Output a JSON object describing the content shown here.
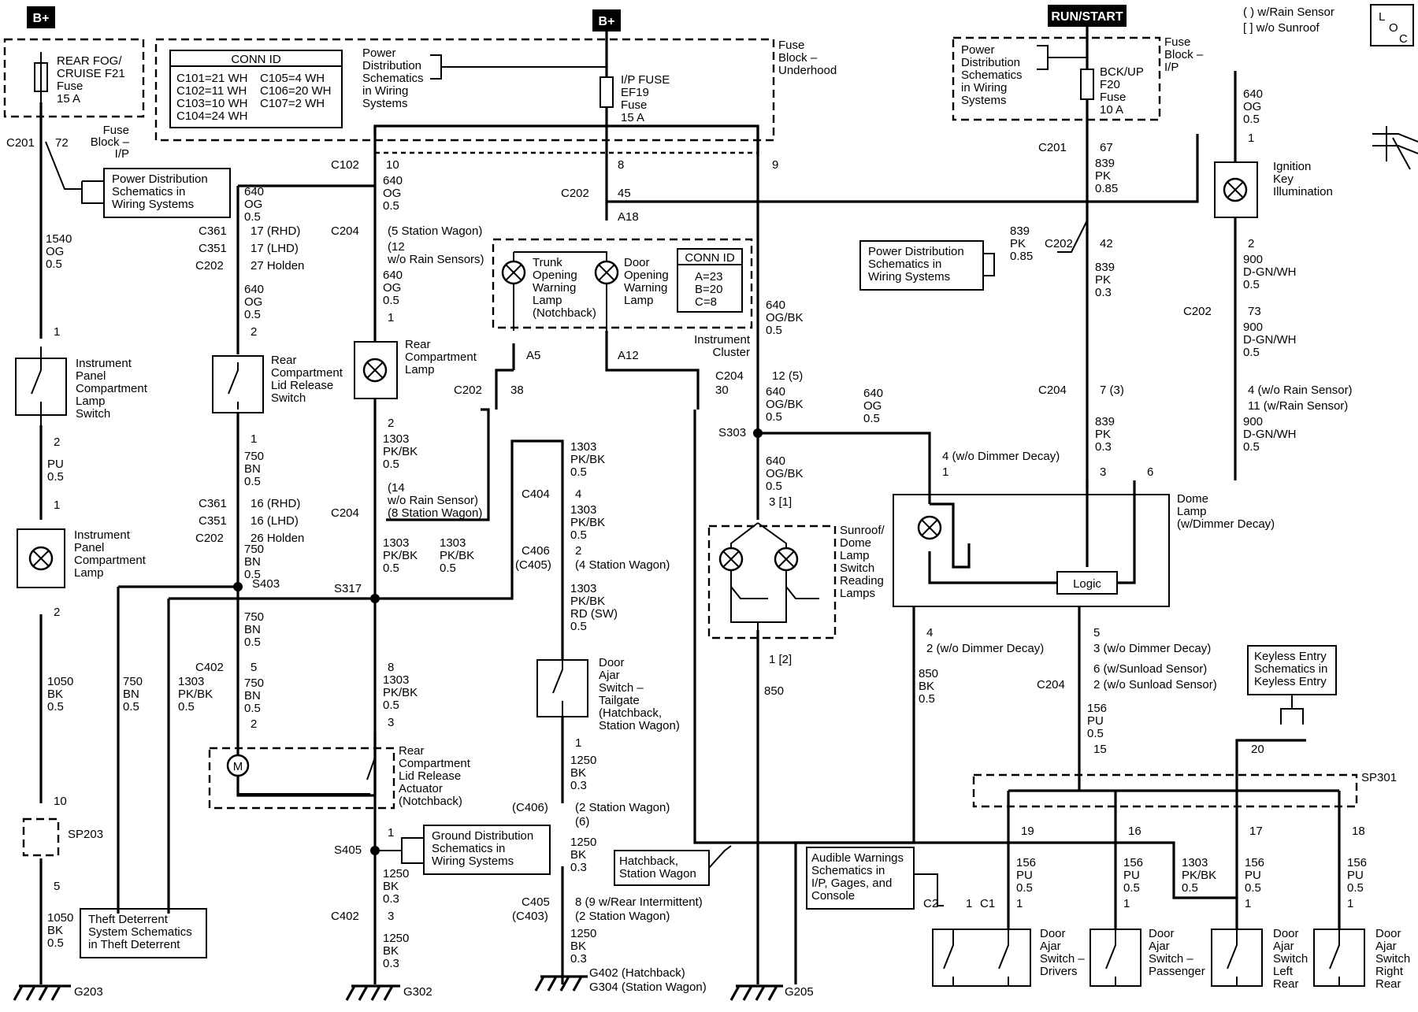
{
  "header": {
    "b_plus": "B+",
    "run_start": "RUN/START",
    "legend_rain": "( ) w/Rain Sensor",
    "legend_sunroof": "[ ] w/o Sunroof",
    "loc_l": "L",
    "loc_o": "O",
    "loc_c": "C"
  },
  "fuses": {
    "rear_fog": [
      "REAR FOG/",
      "CRUISE F21",
      "Fuse",
      "15 A"
    ],
    "ip_fuse": [
      "I/P FUSE",
      "EF19",
      "Fuse",
      "15 A"
    ],
    "bck_up": [
      "BCK/UP",
      "F20",
      "Fuse",
      "10 A"
    ],
    "fuse_block_ip": [
      "Fuse",
      "Block –",
      "I/P"
    ],
    "fuse_block_underhood": [
      "Fuse",
      "Block –",
      "Underhood"
    ],
    "fuse_block_ip_right": [
      "Fuse",
      "Block –",
      "I/P"
    ]
  },
  "conn_id": {
    "title": "CONN ID",
    "col1": [
      "C101=21 WH",
      "C102=11 WH",
      "C103=10 WH",
      "C104=24 WH"
    ],
    "col2": [
      "C105=4 WH",
      "C106=20 WH",
      "C107=2 WH"
    ]
  },
  "conn_id2": {
    "title": "CONN ID",
    "rows": [
      "A=23",
      "B=20",
      "C=8"
    ]
  },
  "refs": {
    "pds_top": [
      "Power",
      "Distribution",
      "Schematics",
      "in Wiring",
      "Systems"
    ],
    "pds_left": [
      "Power Distribution",
      "Schematics in",
      "Wiring Systems"
    ],
    "pds_right_top": [
      "Power",
      "Distribution",
      "Schematics",
      "in Wiring",
      "Systems"
    ],
    "pds_mid_right": [
      "Power Distribution",
      "Schematics in",
      "Wiring Systems"
    ],
    "ground_dist": [
      "Ground Distribution",
      "Schematics in",
      "Wiring Systems"
    ],
    "theft": [
      "Theft Deterrent",
      "System Schematics",
      "in Theft Deterrent"
    ],
    "hatchback": [
      "Hatchback,",
      "Station Wagon"
    ],
    "audible": [
      "Audible Warnings",
      "Schematics in",
      "I/P, Gages, and",
      "Console"
    ],
    "keyless": [
      "Keyless Entry",
      "Schematics in",
      "Keyless Entry"
    ]
  },
  "components": {
    "ip_switch": [
      "Instrument",
      "Panel",
      "Compartment",
      "Lamp",
      "Switch"
    ],
    "ip_lamp": [
      "Instrument",
      "Panel",
      "Compartment",
      "Lamp"
    ],
    "rear_lid_switch": [
      "Rear",
      "Compartment",
      "Lid Release",
      "Switch"
    ],
    "rear_lamp": [
      "Rear",
      "Compartment",
      "Lamp"
    ],
    "trunk_lamp": [
      "Trunk",
      "Opening",
      "Warning",
      "Lamp",
      "(Notchback)"
    ],
    "door_lamp": [
      "Door",
      "Opening",
      "Warning",
      "Lamp"
    ],
    "instrument_cluster": [
      "Instrument",
      "Cluster"
    ],
    "ignition_lamp": [
      "Ignition",
      "Key",
      "Illumination"
    ],
    "sunroof": [
      "Sunroof/",
      "Dome",
      "Lamp",
      "Switch",
      "Reading",
      "Lamps"
    ],
    "dome_lamp": [
      "Dome",
      "Lamp",
      "(w/Dimmer Decay)"
    ],
    "logic": "Logic",
    "door_ajar_tailgate": [
      "Door",
      "Ajar",
      "Switch –",
      "Tailgate",
      "(Hatchback,",
      "Station Wagon)"
    ],
    "actuator": [
      "Rear",
      "Compartment",
      "Lid Release",
      "Actuator",
      "(Notchback)"
    ],
    "motor": "M",
    "sp203": "SP203",
    "sp301": "SP301",
    "dajar_driver": [
      "Door",
      "Ajar",
      "Switch –",
      "Drivers"
    ],
    "dajar_pass": [
      "Door",
      "Ajar",
      "Switch –",
      "Passenger"
    ],
    "dajar_lr": [
      "Door",
      "Ajar",
      "Switch",
      "Left",
      "Rear"
    ],
    "dajar_rr": [
      "Door",
      "Ajar",
      "Switch",
      "Right",
      "Rear"
    ]
  },
  "wires": {
    "w1540": [
      "1540",
      "OG",
      "0.5"
    ],
    "pu05": [
      "PU",
      "0.5"
    ],
    "w1050a": [
      "1050",
      "BK",
      "0.5"
    ],
    "w1050b": [
      "1050",
      "BK",
      "0.5"
    ],
    "w750n": [
      "750",
      "BN",
      "0.5"
    ],
    "w1303n": [
      "1303",
      "PK/BK",
      "0.5"
    ],
    "w640a": [
      "640",
      "OG",
      "0.5"
    ],
    "w640b": [
      "640",
      "OG",
      "0.5"
    ],
    "w750a": [
      "750",
      "BN",
      "0.5"
    ],
    "w750b": [
      "750",
      "BN",
      "0.5"
    ],
    "w750c": [
      "750",
      "BN",
      "0.5"
    ],
    "w750d": [
      "750",
      "BN",
      "0.5"
    ],
    "w640c": [
      "640",
      "OG",
      "0.5"
    ],
    "w640d": [
      "640",
      "OG",
      "0.5"
    ],
    "w1303a": [
      "1303",
      "PK/BK",
      "0.5"
    ],
    "w1303b": [
      "1303",
      "PK/BK",
      "0.5"
    ],
    "w1303c": [
      "1303",
      "PK/BK",
      "0.5"
    ],
    "w1303d": [
      "1303",
      "PK/BK",
      "0.5"
    ],
    "w1250a": [
      "1250",
      "BK",
      "0.3"
    ],
    "w1250b": [
      "1250",
      "BK",
      "0.3"
    ],
    "w1303e": [
      "1303",
      "PK/BK",
      "0.5"
    ],
    "w1303f": [
      "1303",
      "PK/BK",
      "0.5"
    ],
    "w1303g": [
      "1303",
      "PK/BK",
      "RD (SW)",
      "0.5"
    ],
    "w1250c": [
      "1250",
      "BK",
      "0.3"
    ],
    "w1250d": [
      "1250",
      "BK",
      "0.3"
    ],
    "w1250e": [
      "1250",
      "BK",
      "0.3"
    ],
    "w640ogbk1": [
      "640",
      "OG/BK",
      "0.5"
    ],
    "w640ogbk2": [
      "640",
      "OG/BK",
      "0.5"
    ],
    "w640ogbk3": [
      "640",
      "OG/BK",
      "0.5"
    ],
    "w850": "850",
    "w640e": [
      "640",
      "OG",
      "0.5"
    ],
    "w839a": [
      "839",
      "PK",
      "0.85"
    ],
    "w839b": [
      "839",
      "PK",
      "0.85"
    ],
    "w839c": [
      "839",
      "PK",
      "0.3"
    ],
    "w839d": [
      "839",
      "PK",
      "0.3"
    ],
    "w640f": [
      "640",
      "OG",
      "0.5"
    ],
    "w900a": [
      "900",
      "D-GN/WH",
      "0.5"
    ],
    "w900b": [
      "900",
      "D-GN/WH",
      "0.5"
    ],
    "w900c": [
      "900",
      "D-GN/WH",
      "0.5"
    ],
    "w850bk": [
      "850",
      "BK",
      "0.5"
    ],
    "w156": [
      "156",
      "PU",
      "0.5"
    ],
    "w156a": [
      "156",
      "PU",
      "0.5"
    ],
    "w156b": [
      "156",
      "PU",
      "0.5"
    ],
    "w1303h": [
      "1303",
      "PK/BK",
      "0.5"
    ],
    "w156c": [
      "156",
      "PU",
      "0.5"
    ],
    "w156d": [
      "156",
      "PU",
      "0.5"
    ]
  },
  "connectors": {
    "c201": "C201",
    "c201_pin": "72",
    "c102": "C102",
    "c102_pin": "10",
    "c204a": "C204",
    "c204a_note": [
      "(5 Station Wagon)",
      "(12",
      "w/o Rain Sensors)"
    ],
    "c361": "C361",
    "c351": "C351",
    "c202a": "C202",
    "c361_t": "17 (RHD)",
    "c351_t": "17 (LHD)",
    "c202a_t": "27 Holden",
    "pin8": "8",
    "c202b": "C202",
    "pin45": "45",
    "a18": "A18",
    "pin9": "9",
    "a5": "A5",
    "a12": "A12",
    "c202c": "C202",
    "pin38": "38",
    "pin30": "30",
    "c204b": "C204",
    "c204b_t": "12 (5)",
    "s303": "S303",
    "c361b": "C361",
    "c351b": "C351",
    "c202d": "C202",
    "c361b_t": "16 (RHD)",
    "c351b_t": "16 (LHD)",
    "c202d_t": "26 Holden",
    "s403": "S403",
    "s317": "S317",
    "c204c": "C204",
    "c204c_t": [
      "(14",
      "w/o Rain Sensor)",
      "(8 Station Wagon)"
    ],
    "c404": "C404",
    "c404_t": "4",
    "c406": "C406",
    "c405p": "(C405)",
    "c406_t": [
      "2",
      "(4 Station Wagon)"
    ],
    "c402a": "C402",
    "pin5": "5",
    "pin8b": "8",
    "pin3": "3",
    "pin2a": "2",
    "s405": "S405",
    "pin1": "1",
    "c402b": "C402",
    "pin3b": "3",
    "c406b": "(C406)",
    "c406b_t": [
      "(2 Station Wagon)",
      "(6)"
    ],
    "c405": "C405",
    "c403": "(C403)",
    "c405_t": [
      "8 (9 w/Rear Intermittent)",
      "(2 Station Wagon)"
    ],
    "g203": "G203",
    "g302": "G302",
    "g402": "G402 (Hatchback)",
    "g304": "G304 (Station Wagon)",
    "g205": "G205",
    "sun_pin3": "3 [1]",
    "sun_pin1": "1 [2]",
    "c201b": "C201",
    "c201b_pin": "67",
    "c202e": "C202",
    "c202e_pin": "42",
    "c204d": "C204",
    "c204d_pin": "7 (3)",
    "c202f": "C202",
    "c202f_pin": "73",
    "c204e_pin": [
      "4 (w/o Rain Sensor)",
      "11 (w/Rain Sensor)"
    ],
    "dome_pin4": "4 (w/o Dimmer Decay)",
    "dome_pin1": "1",
    "dome_pin3": "3",
    "dome_pin6": "6",
    "dome_pin_b4": [
      "4",
      "2 (w/o Dimmer Decay)"
    ],
    "dome_pin_b5": [
      "5",
      "3 (w/o Dimmer Decay)"
    ],
    "c204f": "C204",
    "c204f_t": [
      "6 (w/Sunload Sensor)",
      "2 (w/o Sunload Sensor)"
    ],
    "pin15": "15",
    "pin20": "20",
    "pin19": "19",
    "pin16": "16",
    "pin17": "17",
    "pin18": "18",
    "c2": "C2",
    "c1": "C1",
    "pin1a": "1",
    "pin1b": "1",
    "pin1c": "1",
    "pin1d": "1",
    "pin1e": "1",
    "ign_pin1": "1",
    "ign_pin2": "2",
    "sp203_10": "10",
    "sp203_5": "5",
    "ip_sw_1": "1",
    "ip_sw_2": "2",
    "ip_l_1": "1",
    "ip_l_2": "2",
    "rls_2": "2",
    "rls_1": "1",
    "rcl_1": "1",
    "rcl_2": "2",
    "door_a_1": "1"
  }
}
